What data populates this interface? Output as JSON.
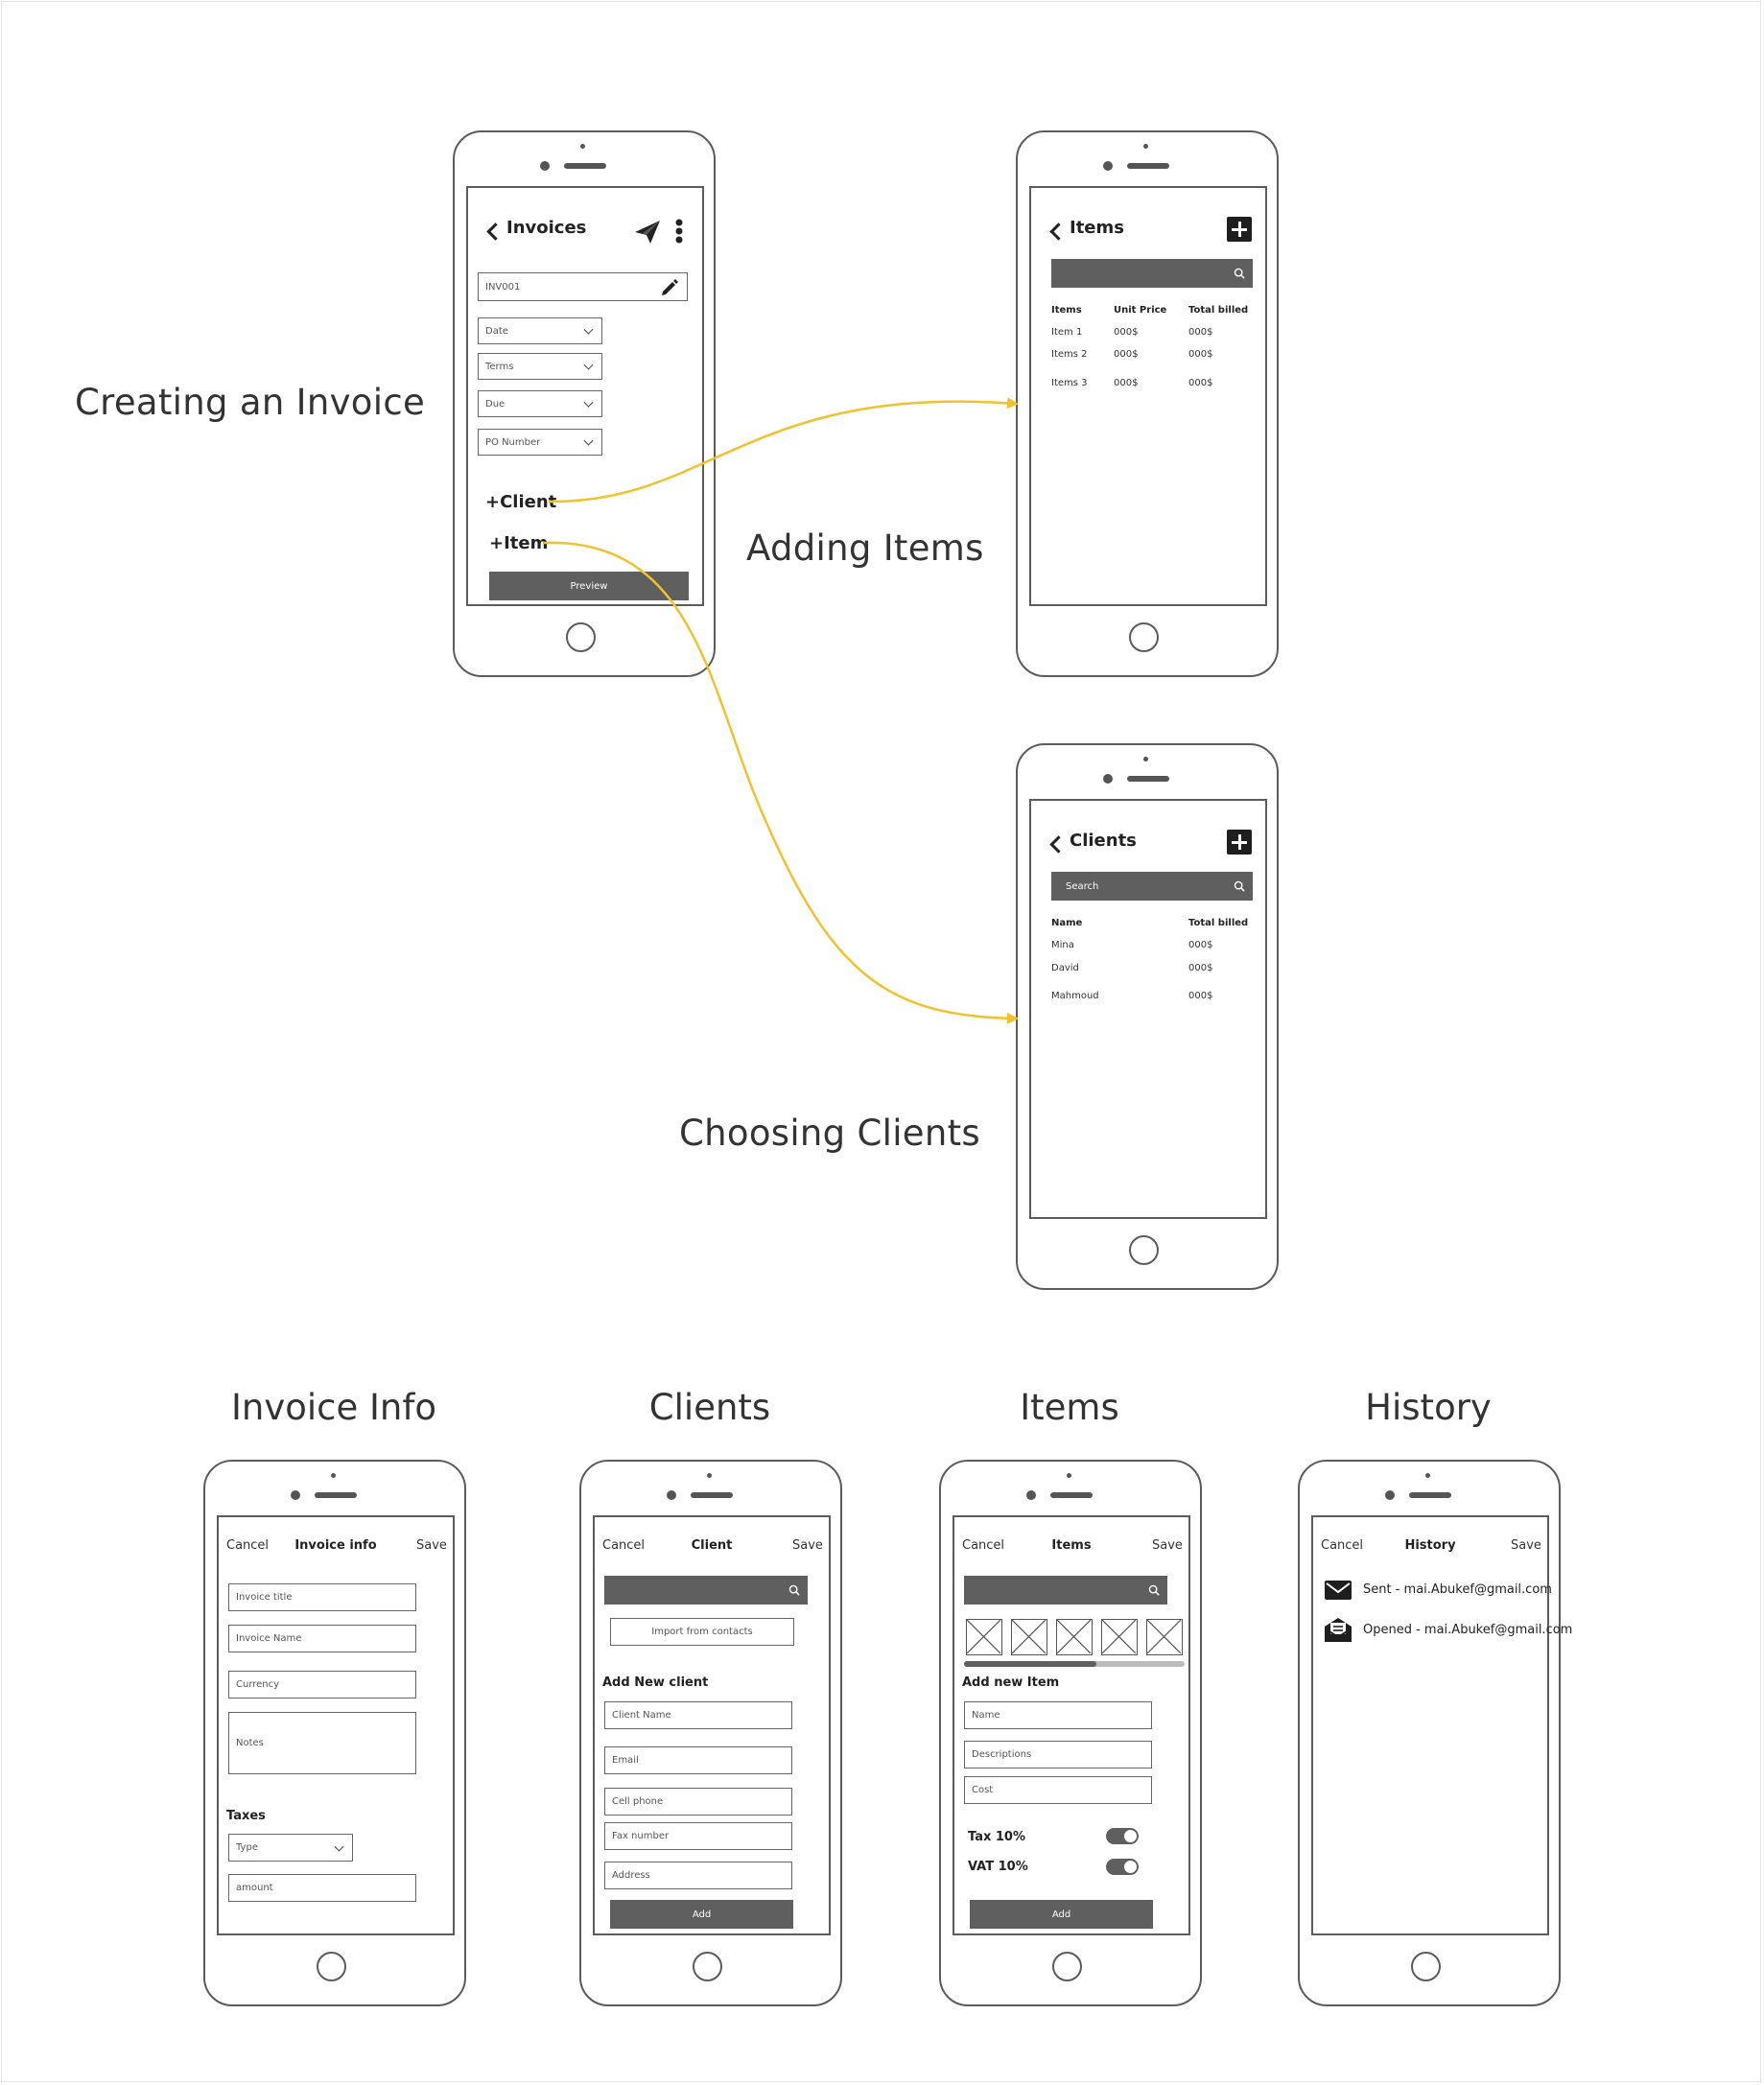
{
  "titles": {
    "creating_invoice": "Creating an Invoice",
    "adding_items": "Adding Items",
    "choosing_clients": "Choosing Clients",
    "col_invoice_info": "Invoice Info",
    "col_clients": "Clients",
    "col_items": "Items",
    "col_history": "History"
  },
  "colors": {
    "flow_arrow": "#f2c22e",
    "wire": "#5c5c5c",
    "bar_fill": "#5f5f5f"
  },
  "invoice_screen": {
    "title": "Invoices",
    "invoice_number": "INV001",
    "selects": [
      "Date",
      "Terms",
      "Due",
      "PO Number"
    ],
    "add_client": "+Client",
    "add_item": "+Item",
    "preview_button": "Preview"
  },
  "items_screen": {
    "title": "Items",
    "headers": [
      "Items",
      "Unit Price",
      "Total billed"
    ],
    "rows": [
      [
        "Item 1",
        "000$",
        "000$"
      ],
      [
        "Items 2",
        "000$",
        "000$"
      ],
      [
        "Items 3",
        "000$",
        "000$"
      ]
    ]
  },
  "clients_screen": {
    "title": "Clients",
    "search_placeholder": "Search",
    "headers": [
      "Name",
      "Total billed"
    ],
    "rows": [
      [
        "Mina",
        "000$"
      ],
      [
        "David",
        "000$"
      ],
      [
        "Mahmoud",
        "000$"
      ]
    ]
  },
  "invoice_info_screen": {
    "cancel": "Cancel",
    "title": "Invoice info",
    "save": "Save",
    "fields": [
      "Invoice title",
      "Invoice Name",
      "Currency",
      "Notes"
    ],
    "taxes_label": "Taxes",
    "type_select": "Type",
    "amount_field": "amount"
  },
  "client_screen": {
    "cancel": "Cancel",
    "title": "Client",
    "save": "Save",
    "import_button": "Import from contacts",
    "add_new_label": "Add New client",
    "fields": [
      "Client Name",
      "Email",
      "Cell phone",
      "Fax number",
      "Address"
    ],
    "add_button": "Add"
  },
  "item_screen": {
    "cancel": "Cancel",
    "title": "Items",
    "save": "Save",
    "add_new_label": "Add new Item",
    "fields": [
      "Name",
      "Descriptions",
      "Cost"
    ],
    "tax_label": "Tax 10%",
    "vat_label": "VAT 10%",
    "add_button": "Add",
    "image_count": 5
  },
  "history_screen": {
    "cancel": "Cancel",
    "title": "History",
    "save": "Save",
    "entries": [
      "Sent - mai.Abukef@gmail.com",
      "Opened - mai.Abukef@gmail.com"
    ]
  }
}
